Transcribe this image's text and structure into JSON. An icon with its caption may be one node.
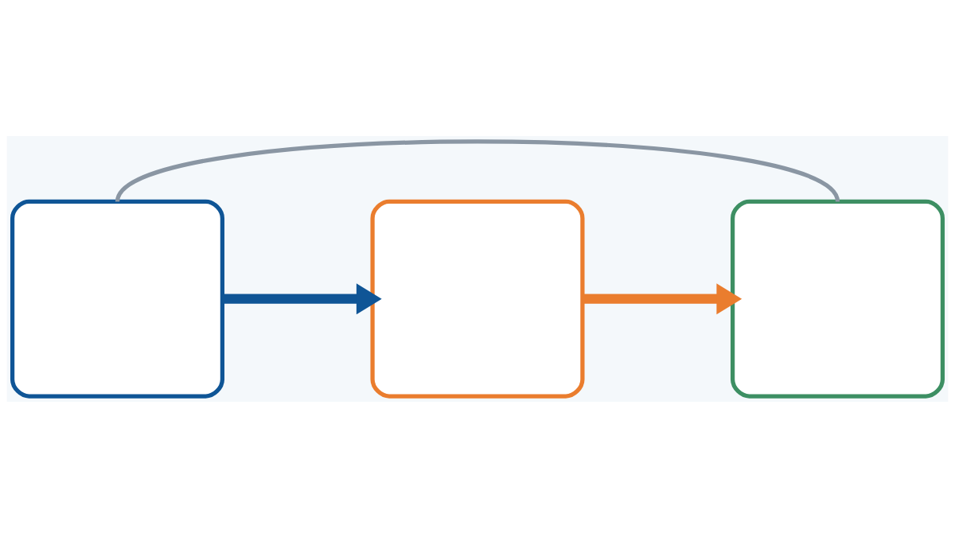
{
  "diagram": {
    "nodes": [
      {
        "text": [],
        "shape": "box"
      },
      {
        "text": [],
        "shape": "box"
      },
      {
        "text": [],
        "shape": "box"
      }
    ],
    "edges": [
      {
        "from": 0,
        "to": 1,
        "arrow": "to",
        "color": "#0f5596"
      },
      {
        "from": 1,
        "to": 2,
        "arrow": "to",
        "color": "#ea7d2e"
      },
      {
        "from": 0,
        "to": 2,
        "arrow": "none",
        "color": "#8a96a3"
      }
    ]
  }
}
